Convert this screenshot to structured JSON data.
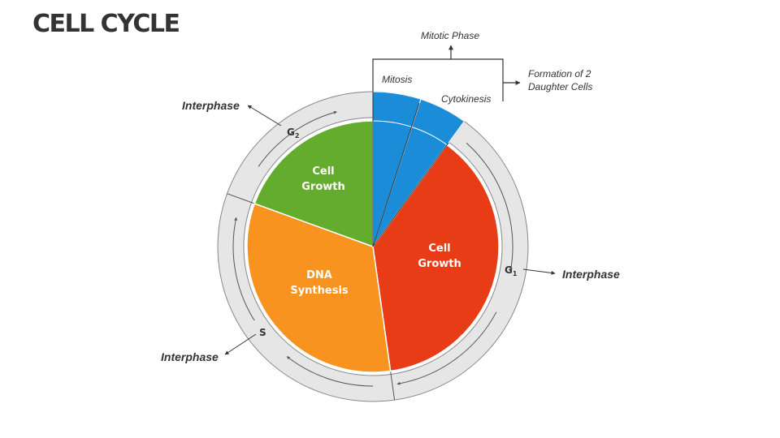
{
  "title": "CELL CYCLE",
  "mitotic": {
    "heading": "Mitotic Phase",
    "mitosis": "Mitosis",
    "cytokinesis": "Cytokinesis",
    "outcome_line1": "Formation of 2",
    "outcome_line2": "Daughter Cells"
  },
  "phases": {
    "g1": {
      "letter": "G",
      "sub": "1",
      "label": "Interphase"
    },
    "g2": {
      "letter": "G",
      "sub": "2",
      "label": "Interphase"
    },
    "s": {
      "letter": "S",
      "label": "Interphase"
    }
  },
  "segments": {
    "g1": {
      "line1": "Cell",
      "line2": "Growth",
      "color": "#e83c17"
    },
    "g2": {
      "line1": "Cell",
      "line2": "Growth",
      "color": "#64ac2e"
    },
    "s": {
      "line1": "DNA",
      "line2": "Synthesis",
      "color": "#f7931e"
    },
    "mitosis": {
      "color": "#1a8cd8"
    },
    "cytokinesis": {
      "color": "#1a8cd8"
    }
  },
  "colors": {
    "ring": "#e6e6e6",
    "ring_border": "#888888",
    "text": "#333333"
  }
}
